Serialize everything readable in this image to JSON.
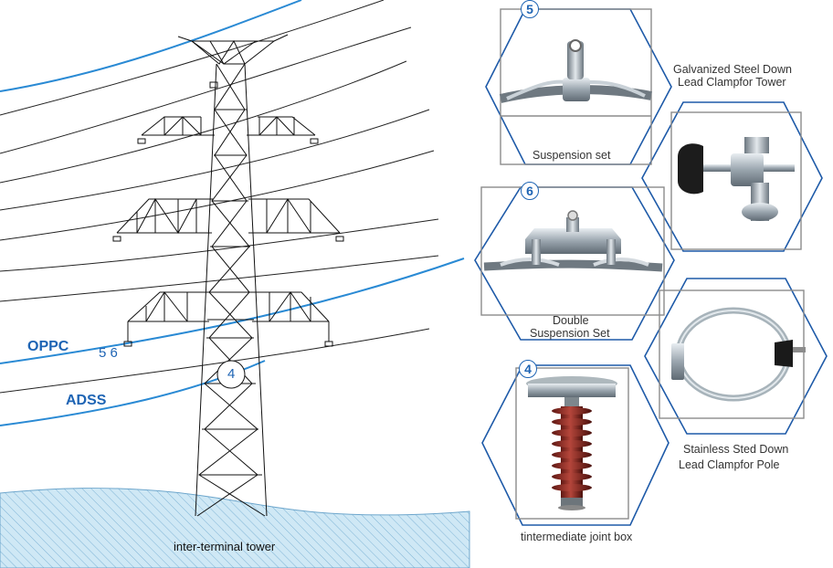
{
  "conductor_labels": {
    "oppc": "OPPC",
    "adss": "ADSS",
    "nums_56": "5 6",
    "circle_4": "4"
  },
  "ground_label": "inter-terminal tower",
  "items": {
    "suspension": {
      "badge": "5",
      "caption": "Suspension set"
    },
    "double_suspension": {
      "badge": "6",
      "caption_line1": "Double",
      "caption_line2": "Suspension Set"
    },
    "joint_box": {
      "badge": "4",
      "caption": "tintermediate joint box"
    },
    "tower_clamp": {
      "caption_line1": "Galvanized Steel Down",
      "caption_line2": "Lead Clampfor Tower"
    },
    "pole_clamp": {
      "caption_line1": "Stainless Sted Down",
      "caption_line2": "Lead Clampfor Pole"
    }
  },
  "colors": {
    "accent_blue": "#1e64b4",
    "ground_fill": "#cfe8f5",
    "frame_gray": "#8c8c8c",
    "hex_blue": "#1e5aa8"
  },
  "icons": [
    "transmission-tower",
    "suspension-clamp",
    "double-suspension-clamp",
    "porcelain-insulator-joint-box",
    "tower-down-lead-clamp",
    "pole-band-clamp"
  ]
}
